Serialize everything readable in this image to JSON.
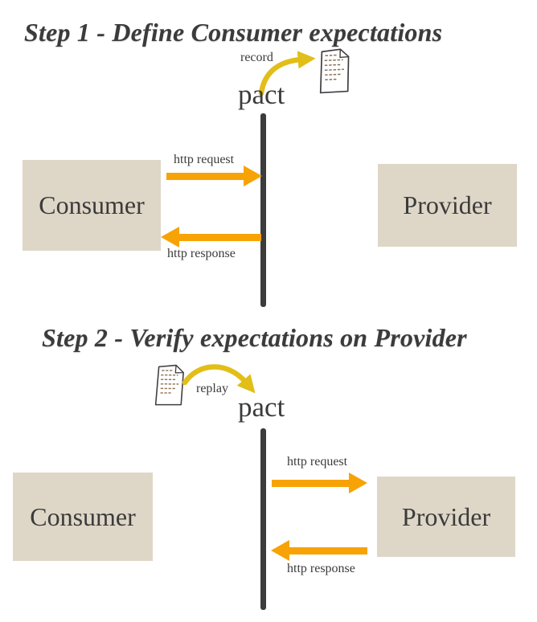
{
  "diagram": {
    "name": "pact-contract-testing-workflow",
    "colors": {
      "background": "#ffffff",
      "text": "#3b3b3b",
      "box_fill": "#ded6c7",
      "arrow_orange": "#f7a306",
      "arrow_yellow": "#e2be18",
      "bar": "#3c3c3c",
      "doc_outline": "#3f3f3f",
      "doc_lines": "#8d7155"
    },
    "steps": [
      {
        "title": "Step 1 - Define Consumer expectations",
        "file_action_label": "record",
        "pact_label": "pact",
        "consumer_label": "Consumer",
        "provider_label": "Provider",
        "request_label": "http request",
        "response_label": "http response"
      },
      {
        "title": "Step 2 - Verify expectations on Provider",
        "file_action_label": "replay",
        "pact_label": "pact",
        "consumer_label": "Consumer",
        "provider_label": "Provider",
        "request_label": "http request",
        "response_label": "http response"
      }
    ]
  }
}
